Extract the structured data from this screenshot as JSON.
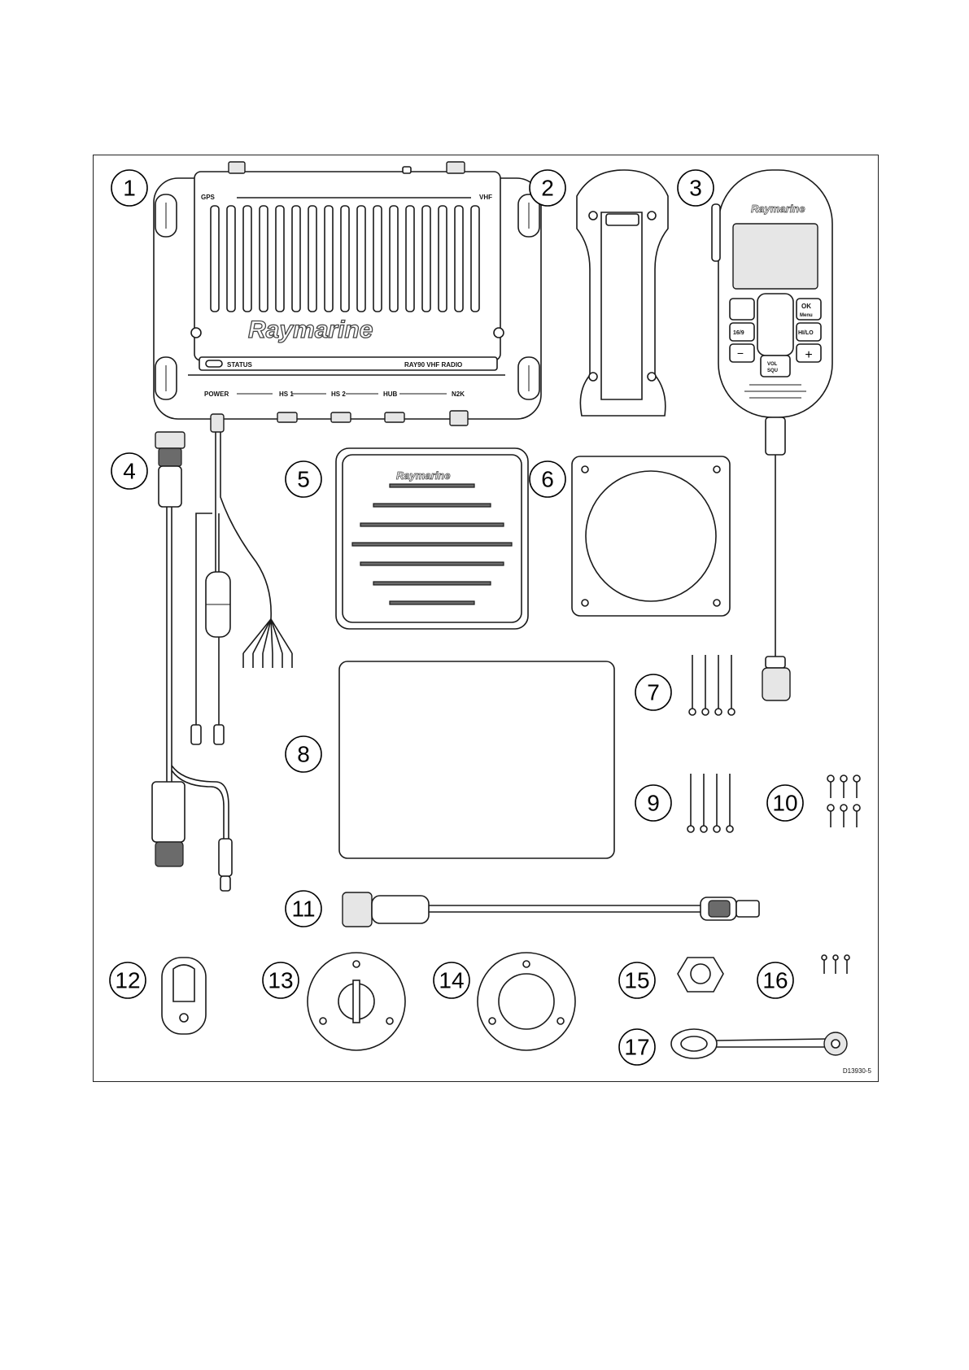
{
  "figure": {
    "drawing_ref": "D13930-5",
    "callouts": [
      "1",
      "2",
      "3",
      "4",
      "5",
      "6",
      "7",
      "8",
      "9",
      "10",
      "11",
      "12",
      "13",
      "14",
      "15",
      "16",
      "17"
    ]
  },
  "transceiver": {
    "brand": "Raymarine",
    "gps_label": "GPS",
    "vhf_label": "VHF",
    "status_label": "STATUS",
    "model_label": "RAY90  VHF  RADIO",
    "port_labels": [
      "POWER",
      "HS 1",
      "HS 2",
      "HUB",
      "N2K"
    ]
  },
  "speaker": {
    "brand": "Raymarine"
  },
  "handset": {
    "brand": "Raymarine",
    "ok_label": "OK",
    "menu_label": "Menu",
    "hilo_label": "HI/LO",
    "vol_label": "VOL",
    "squ_label": "SQU",
    "ch16_label": "16/9"
  }
}
